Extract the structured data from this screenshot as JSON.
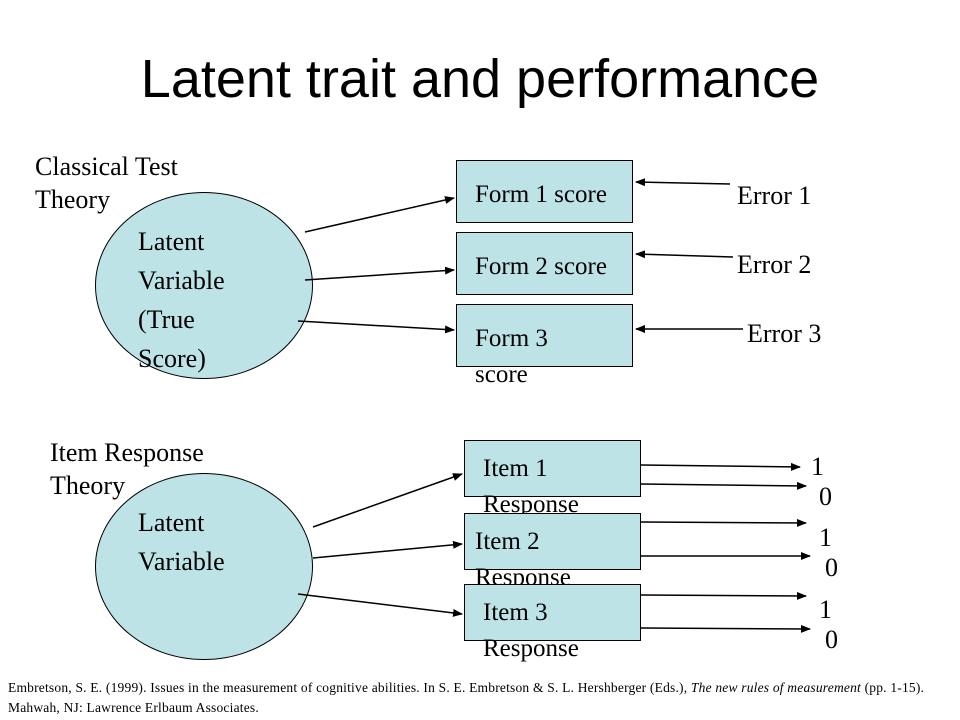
{
  "title": "Latent trait and performance",
  "ctt": {
    "heading": "Classical Test Theory",
    "latent": [
      "Latent",
      "Variable",
      "(True",
      "Score)"
    ],
    "forms": [
      "Form 1 score",
      "Form 2 score",
      "Form 3 score"
    ],
    "errors": [
      "Error 1",
      "Error 2",
      "Error 3"
    ]
  },
  "irt": {
    "heading": "Item Response Theory",
    "latent": [
      "Latent",
      "Variable"
    ],
    "items": [
      "Item 1 Response",
      "Item 2 Response",
      "Item 3 Response"
    ],
    "outcomes": [
      {
        "one": "1",
        "zero": "0"
      },
      {
        "one": "1",
        "zero": "0"
      },
      {
        "one": "1",
        "zero": "0"
      }
    ]
  },
  "citation": {
    "before": "Embretson, S. E. (1999). Issues in the measurement of cognitive abilities. In S. E. Embretson & S. L. Hershberger (Eds.), ",
    "italic": "The new rules of measurement",
    "after": " (pp. 1-15). Mahwah, NJ: Lawrence Erlbaum Associates."
  },
  "colors": {
    "shape_fill": "#bde3e6",
    "stroke": "#000000"
  }
}
